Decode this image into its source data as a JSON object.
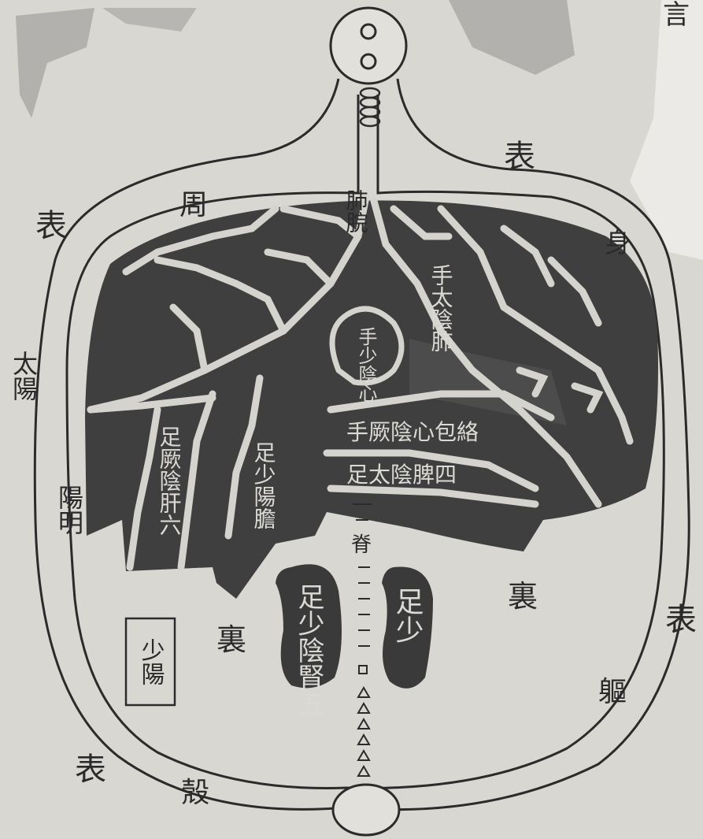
{
  "page": {
    "corner_glyph": "言"
  },
  "labels": {
    "feiwan": "肺脘",
    "biao_top": "表",
    "biao_left": "表",
    "biao_right": "表",
    "biao_bottom": "表",
    "zhou": "周",
    "shen": "身",
    "qu": "軀",
    "ke": "殼",
    "taiyang": "太陽",
    "yangming": "陽明",
    "shaoyang": "少陽",
    "li_left": "裏",
    "li_right": "裏",
    "ji": "脊"
  },
  "organs": {
    "lung": "手太陰肺",
    "heart": "手少陰心",
    "pericardium": "手厥陰心包絡",
    "spleen": "足太陰脾四",
    "liver": "足厥陰肝六",
    "gallbladder": "足少陽膽",
    "kidney_left": "足少陰腎五",
    "kidney_right": "足少"
  },
  "colors": {
    "paper": "#d9d7d2",
    "ink": "#2b2b2b",
    "organ_fill": "#3f3f3f",
    "vessel": "#d5d3ce"
  }
}
